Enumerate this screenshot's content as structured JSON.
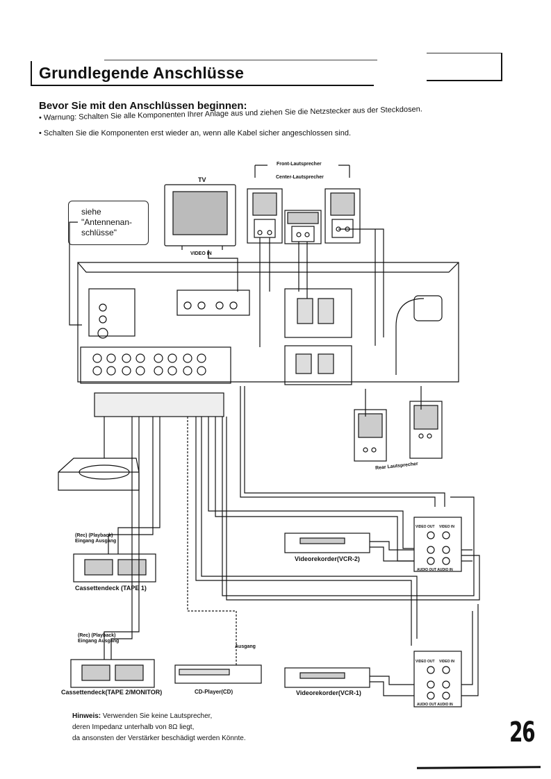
{
  "header": {
    "title": "Grundlegende Anschlüsse",
    "subtitle": "Bevor Sie mit den Anschlüssen beginnen:"
  },
  "bullets": [
    "• Warnung: Schalten Sie alle Komponenten Ihrer Anlage aus und ziehen Sie die Netzstecker aus der Steckdosen.",
    "• Schalten Sie die Komponenten erst wieder an, wenn alle Kabel sicher angeschlossen sind."
  ],
  "antenna_note": "siehe\n\"Antennenan-\nschlüsse\"",
  "diagram": {
    "tv": "TV",
    "video_in": "VIDEO IN",
    "front_speakers": "Front-Lautsprecher",
    "center_speaker": "Center-Lautsprecher",
    "rear_speakers": "Rear Lautsprecher",
    "vcr2": "Videorekorder(VCR-2)",
    "vcr1": "Videorekorder(VCR-1)",
    "tape1": "Cassettendeck (TAPE 1)",
    "tape1_rec": "(Rec)  (Playback)",
    "tape1_io": "Eingang  Ausgang",
    "tape2": "Cassettendeck(TAPE 2/MONITOR)",
    "tape2_rec": "(Rec)  (Playback)",
    "tape2_io": "Eingang  Ausgang",
    "cd": "CD-Player(CD)",
    "cd_out": "Ausgang",
    "jack_video_out": "VIDEO OUT",
    "jack_video_in": "VIDEO IN",
    "jack_audio": "AUDIO OUT  AUDIO IN"
  },
  "hinweis": {
    "label": "Hinweis:",
    "line1": " Verwenden Sie keine Lautsprecher,",
    "line2": "deren Impedanz unterhalb von 8Ω liegt,",
    "line3": "da ansonsten der Verstärker beschädigt werden Könnte."
  },
  "page_number": "26"
}
